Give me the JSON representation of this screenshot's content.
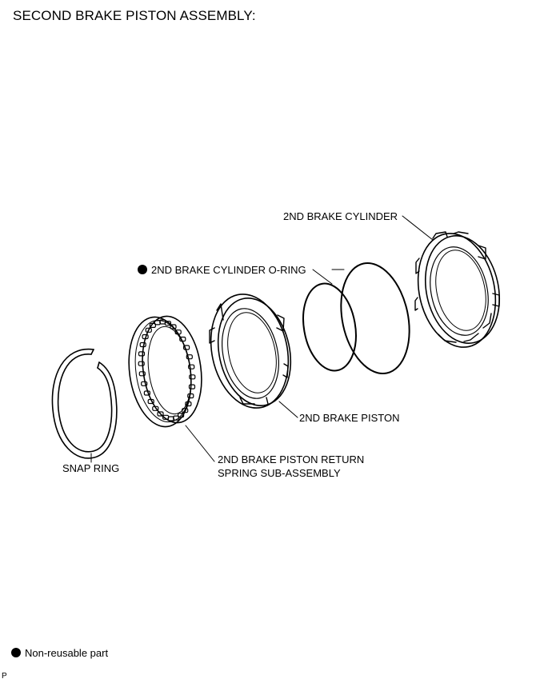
{
  "title": "SECOND BRAKE PISTON ASSEMBLY:",
  "parts": {
    "cylinder": "2ND BRAKE CYLINDER",
    "o_ring": "2ND BRAKE CYLINDER O-RING",
    "piston": "2ND BRAKE PISTON",
    "return_spring_line1": "2ND BRAKE PISTON RETURN",
    "return_spring_line2": "SPRING SUB-ASSEMBLY",
    "snap_ring": "SNAP RING"
  },
  "legend": {
    "non_reusable": "Non-reusable part"
  },
  "figure_code": "P"
}
